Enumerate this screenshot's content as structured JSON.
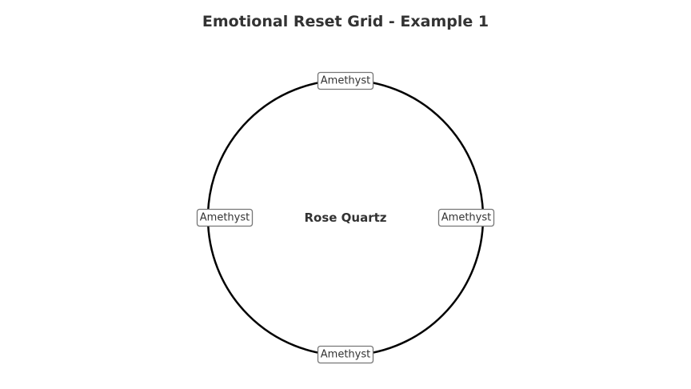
{
  "title": "Emotional Reset Grid - Example 1",
  "center": {
    "label": "Rose Quartz"
  },
  "nodes": [
    {
      "label": "Amethyst",
      "position": "top"
    },
    {
      "label": "Amethyst",
      "position": "right"
    },
    {
      "label": "Amethyst",
      "position": "bottom"
    },
    {
      "label": "Amethyst",
      "position": "left"
    }
  ],
  "colors": {
    "ring": "#000000",
    "text": "#333333",
    "box_border": "#777777",
    "box_fill": "#ffffff"
  }
}
